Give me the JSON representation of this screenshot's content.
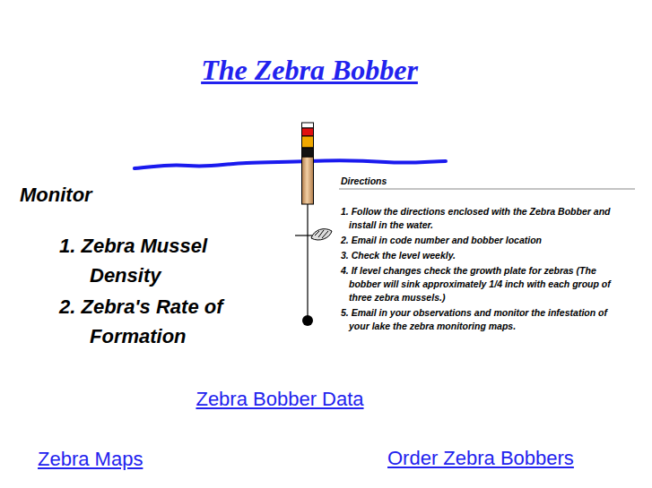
{
  "diagram": {
    "title": "The Zebra Bobber",
    "labels": [
      "Monitor",
      "1. Zebra Mussel Density",
      "2. Zebra's Rate of Formation",
      "Directions",
      "1. Follow the directions enclosed with the Zebra Bobber and install in the water.",
      "2. Email in code number and bobber location",
      "3. Check the level weekly.",
      "4. If level changes check the growth plate for zebras (The bobber will sink approximately 1/4 inch with each group of three zebra mussels.)",
      "5. Email in your observations and monitor the infestation of your lake the zebra monitoring maps.",
      "Zebra Bobber Data",
      "Zebra Maps",
      "Order Zebra Bobbers"
    ]
  }
}
